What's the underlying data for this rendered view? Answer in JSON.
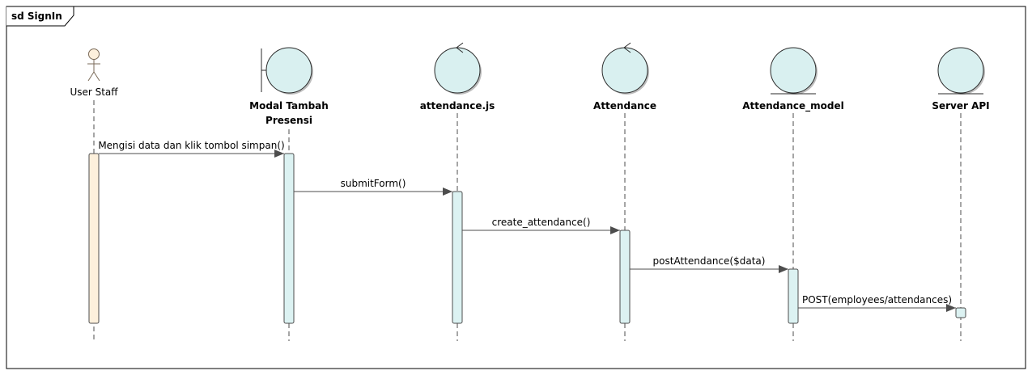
{
  "frame": {
    "title": "sd SignIn"
  },
  "colors": {
    "frame": "#000000",
    "actor_fill": "#fdf0dc",
    "actor_stroke": "#7a6a58",
    "object_fill": "#d9f0f0",
    "object_stroke": "#2a2a2a",
    "activation_user": "#fdf0dc",
    "activation_obj": "#dcf2f2",
    "line": "#4d4d4d"
  },
  "participants": [
    {
      "id": "user",
      "kind": "actor",
      "name_lines": [
        "User Staff"
      ],
      "bold": false
    },
    {
      "id": "modal",
      "kind": "boundary",
      "name_lines": [
        "Modal Tambah",
        "Presensi"
      ],
      "bold": true
    },
    {
      "id": "js",
      "kind": "control",
      "name_lines": [
        "attendance.js"
      ],
      "bold": true
    },
    {
      "id": "attendance",
      "kind": "control",
      "name_lines": [
        "Attendance"
      ],
      "bold": true
    },
    {
      "id": "model",
      "kind": "entity",
      "name_lines": [
        "Attendance_model"
      ],
      "bold": true
    },
    {
      "id": "api",
      "kind": "entity",
      "name_lines": [
        "Server API"
      ],
      "bold": true
    }
  ],
  "messages": [
    {
      "from": "user",
      "to": "modal",
      "label": "Mengisi data dan klik tombol simpan()"
    },
    {
      "from": "modal",
      "to": "js",
      "label": "submitForm()"
    },
    {
      "from": "js",
      "to": "attendance",
      "label": "create_attendance()"
    },
    {
      "from": "attendance",
      "to": "model",
      "label": "postAttendance($data)"
    },
    {
      "from": "model",
      "to": "api",
      "label": "POST(employees/attendances)"
    }
  ]
}
